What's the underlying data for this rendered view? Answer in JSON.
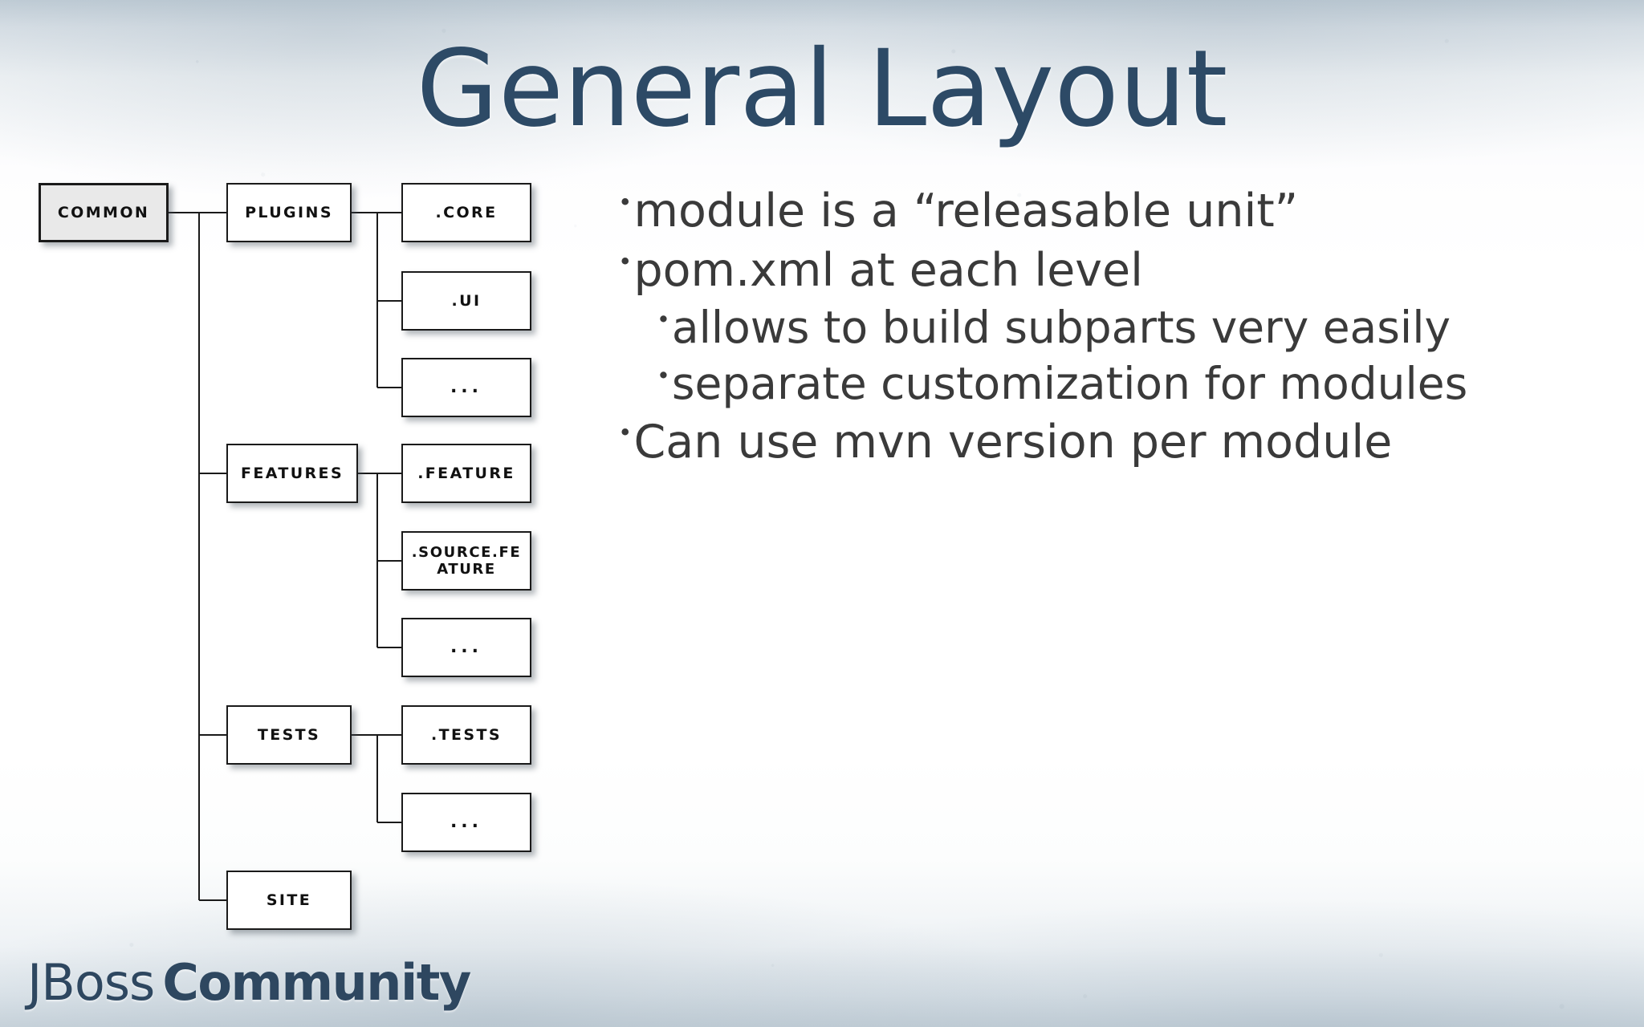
{
  "slide": {
    "title": "General Layout",
    "title_color": "#2d4a66",
    "body_text_color": "#3a3a3a"
  },
  "diagram": {
    "name": "module-hierarchy-tree",
    "root": {
      "label": "COMMON",
      "fill": "#e9e9e9"
    },
    "branches": [
      {
        "label": "PLUGINS",
        "children": [
          {
            "label": ".CORE"
          },
          {
            "label": ".UI"
          },
          {
            "label": "..."
          }
        ]
      },
      {
        "label": "FEATURES",
        "children": [
          {
            "label": ".FEATURE"
          },
          {
            "label": ".SOURCE.FEATURE"
          },
          {
            "label": "..."
          }
        ]
      },
      {
        "label": "TESTS",
        "children": [
          {
            "label": ".TESTS"
          },
          {
            "label": "..."
          }
        ]
      },
      {
        "label": "SITE",
        "children": []
      }
    ]
  },
  "bullets": [
    {
      "level": 1,
      "text": "module is a “releasable unit”"
    },
    {
      "level": 1,
      "text": "pom.xml at each level"
    },
    {
      "level": 2,
      "text": "allows to build subparts very easily"
    },
    {
      "level": 2,
      "text": "separate customization for modules"
    },
    {
      "level": 1,
      "text": "Can use mvn version per module"
    }
  ],
  "bullet_marker": "•",
  "logo": {
    "part1": "JBoss",
    "part2": "Community"
  }
}
